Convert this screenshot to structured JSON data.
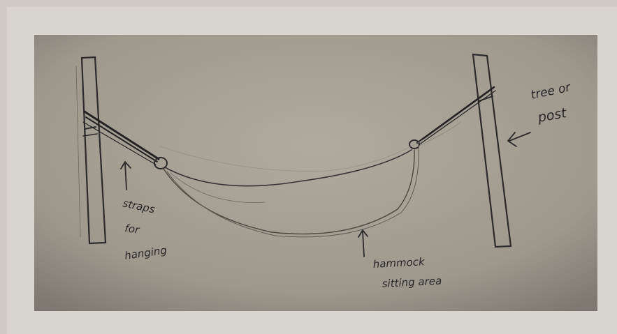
{
  "labels": {
    "tree_line1": "tree or",
    "tree_line2": "post",
    "straps_line1": "straps",
    "straps_line2": "for",
    "straps_line3": "hanging",
    "hammock_line1": "hammock",
    "hammock_line2": "sitting area"
  },
  "colors": {
    "paper_light": "#a8a497",
    "paper_dark": "#7f7b71",
    "pencil": "#2b2b2b",
    "background": "#d8d5ce"
  }
}
